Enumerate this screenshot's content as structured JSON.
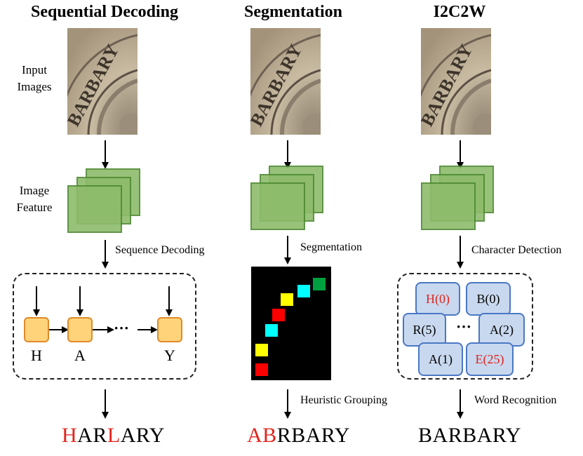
{
  "columns": [
    {
      "title": "Sequential Decoding",
      "steps": [
        "Sequence Decoding"
      ],
      "result_letters": [
        {
          "ch": "H",
          "color": "#e3231b"
        },
        {
          "ch": "A",
          "color": "#000000"
        },
        {
          "ch": "R",
          "color": "#000000"
        },
        {
          "ch": "L",
          "color": "#e3231b"
        },
        {
          "ch": "A",
          "color": "#000000"
        },
        {
          "ch": "R",
          "color": "#000000"
        },
        {
          "ch": "Y",
          "color": "#000000"
        }
      ],
      "decoder_letters": [
        "H",
        "A",
        "Y"
      ],
      "ellipsis": "···"
    },
    {
      "title": "Segmentation",
      "steps": [
        "Segmentation",
        "Heuristic Grouping"
      ],
      "result_letters": [
        {
          "ch": "A",
          "color": "#e3231b"
        },
        {
          "ch": "B",
          "color": "#e3231b"
        },
        {
          "ch": "R",
          "color": "#000000"
        },
        {
          "ch": "B",
          "color": "#000000"
        },
        {
          "ch": "A",
          "color": "#000000"
        },
        {
          "ch": "R",
          "color": "#000000"
        },
        {
          "ch": "Y",
          "color": "#000000"
        }
      ],
      "segment_colors": [
        "#ff0000",
        "#ffff00",
        "#00ffff",
        "#ff0000",
        "#ffff00",
        "#00ffff",
        "#00a040"
      ]
    },
    {
      "title": "I2C2W",
      "steps": [
        "Character Detection",
        "Word Recognition"
      ],
      "result_letters": [
        {
          "ch": "B",
          "color": "#000000"
        },
        {
          "ch": "A",
          "color": "#000000"
        },
        {
          "ch": "R",
          "color": "#000000"
        },
        {
          "ch": "B",
          "color": "#000000"
        },
        {
          "ch": "A",
          "color": "#000000"
        },
        {
          "ch": "R",
          "color": "#000000"
        },
        {
          "ch": "Y",
          "color": "#000000"
        }
      ],
      "char_boxes": [
        {
          "label": "H(0)",
          "color": "#e3231b"
        },
        {
          "label": "B(0)",
          "color": "#000000"
        },
        {
          "label": "R(5)",
          "color": "#000000"
        },
        {
          "label": "A(2)",
          "color": "#000000"
        },
        {
          "label": "A(1)",
          "color": "#000000"
        },
        {
          "label": "E(25)",
          "color": "#e3231b"
        }
      ],
      "ellipsis": "···"
    }
  ],
  "row_labels": {
    "input": "Input\nImages",
    "feature": "Image\nFeature"
  },
  "input_image_text": "BARBARY",
  "colors": {
    "feature_fill": "#8dbc6b",
    "feature_border": "#4f8a33",
    "highlight": "#e3231b",
    "decoder_fill": "#ffd37a",
    "decoder_border": "#e08a2a",
    "charbox_fill": "#c8d8ee",
    "charbox_border": "#4a78c4"
  },
  "icons": [
    "down-arrow-icon",
    "right-arrow-icon"
  ]
}
